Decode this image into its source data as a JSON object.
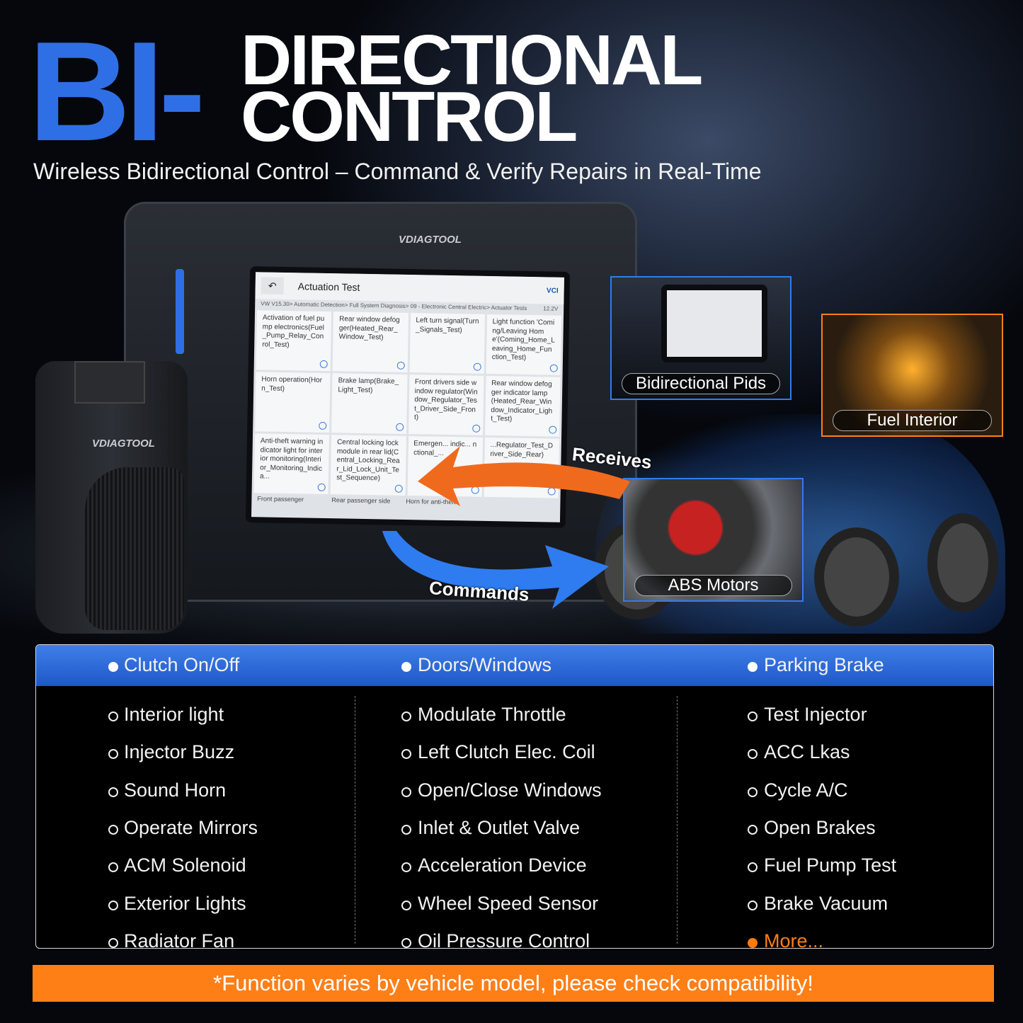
{
  "headline": {
    "prefix": "BI-",
    "line1": "DIRECTIONAL",
    "line2": "CONTROL"
  },
  "subtitle": "Wireless Bidirectional Control – Command & Verify Repairs in Real-Time",
  "brand": "VDIAGTOOL",
  "colors": {
    "accent_blue": "#2f6fe6",
    "header_blue": "#2d6be0",
    "orange": "#ff7f17",
    "background": "#05070c"
  },
  "screen": {
    "title": "Actuation Test",
    "breadcrumb": "VW V15.30> Automatic Detection> Full System Diagnosis> 09 - Electronic Central Electric> Actuator Tests",
    "voltage": "12.2V",
    "vci_label": "VCI",
    "tests": [
      "Activation of fuel pump electronics(Fuel_Pump_Relay_Conrol_Test)",
      "Rear window defogger(Heated_Rear_Window_Test)",
      "Left turn signal(Turn_Signals_Test)",
      "Light function 'Coming/Leaving Home'(Coming_Home_Leaving_Home_Function_Test)",
      "Horn operation(Horn_Test)",
      "Brake lamp(Brake_Light_Test)",
      "Front drivers side window regulator(Window_Regulator_Test_Driver_Side_Front)",
      "Rear window defogger indicator lamp(Heated_Rear_Window_Indicator_Light_Test)",
      "Anti-theft warning indicator light for interior monitoring(Interior_Monitoring_Indica...",
      "Central locking lock module in rear lid(Central_Locking_Rear_Lid_Lock_Unit_Test_Sequence)",
      "Emergen... indic... nctional_...",
      "...Regulator_Test_Driver_Side_Rear)"
    ],
    "footer": [
      "Front passenger",
      "Rear passenger side",
      "Horn for anti-theft",
      ""
    ]
  },
  "insets": {
    "pids": "Bidirectional Pids",
    "fuel": "Fuel Interior",
    "abs": "ABS Motors"
  },
  "arrows": {
    "receives": "Receives",
    "commands": "Commands"
  },
  "table": {
    "header": [
      "Clutch On/Off",
      "Doors/Windows",
      "Parking Brake"
    ],
    "columns": [
      [
        "Interior light",
        "Injector Buzz",
        "Sound Horn",
        "Operate Mirrors",
        "ACM Solenoid",
        "Exterior Lights",
        "Radiator Fan"
      ],
      [
        "Modulate Throttle",
        "Left Clutch Elec. Coil",
        "Open/Close Windows",
        "Inlet & Outlet Valve",
        "Acceleration Device",
        "Wheel Speed Sensor",
        "Oil Pressure Control"
      ],
      [
        "Test Injector",
        "ACC Lkas",
        "Cycle A/C",
        "Open Brakes",
        "Fuel Pump Test",
        "Brake Vacuum",
        "More..."
      ]
    ]
  },
  "note": "*Function varies by vehicle model, please check compatibility!"
}
